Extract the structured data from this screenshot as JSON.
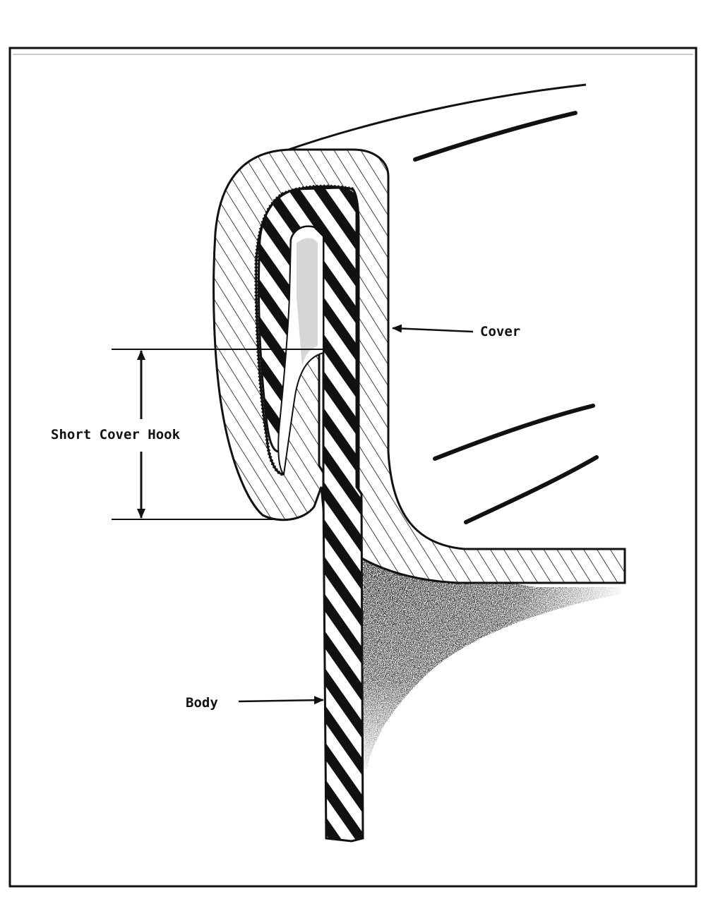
{
  "labels": {
    "cover": "Cover",
    "short_cover_hook": "Short Cover Hook",
    "body": "Body"
  },
  "colors": {
    "ink": "#111111",
    "paper": "#ffffff"
  }
}
